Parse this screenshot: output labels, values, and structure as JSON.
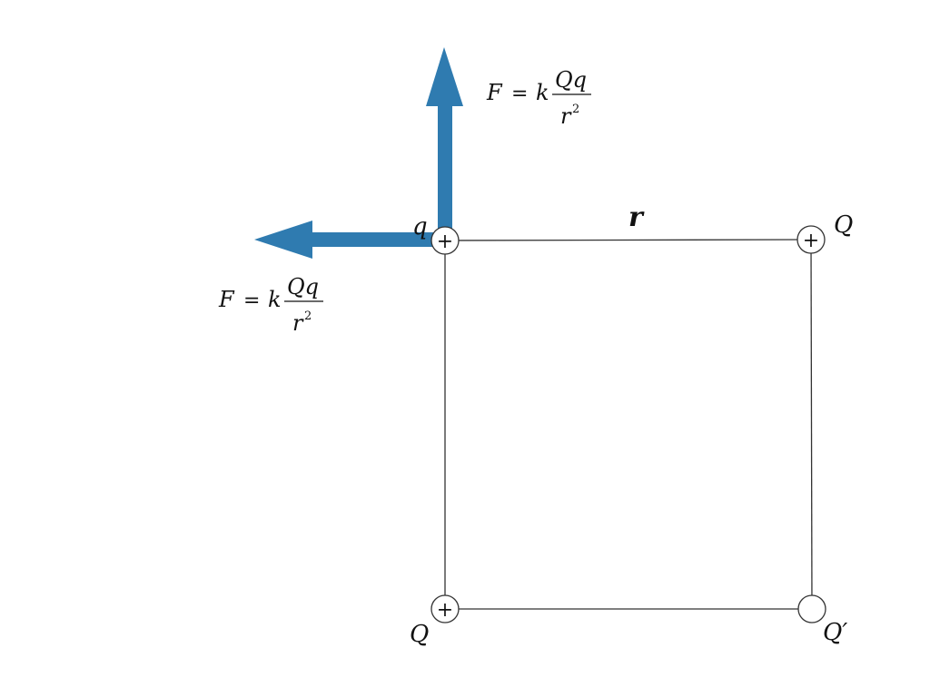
{
  "colors": {
    "arrow": "#2f7bb0",
    "line": "#333333",
    "text": "#111111"
  },
  "charges": {
    "top_left": {
      "label": "q",
      "sign": "+"
    },
    "top_right": {
      "label": "Q",
      "sign": "+"
    },
    "bottom_left": {
      "label": "Q",
      "sign": "+"
    },
    "bottom_right": {
      "label": "Q′",
      "sign": ""
    }
  },
  "side_label": "r",
  "forces": {
    "vertical": {
      "lhs": "F",
      "equals": "=",
      "coef": "k",
      "numerator": "Qq",
      "denominator": "r",
      "exponent": "2"
    },
    "horizontal": {
      "lhs": "F",
      "equals": "=",
      "coef": "k",
      "numerator": "Qq",
      "denominator": "r",
      "exponent": "2"
    }
  },
  "icons": {
    "arrow_up": "arrow-up-icon",
    "arrow_left": "arrow-left-icon",
    "plus": "plus-sign-icon"
  }
}
